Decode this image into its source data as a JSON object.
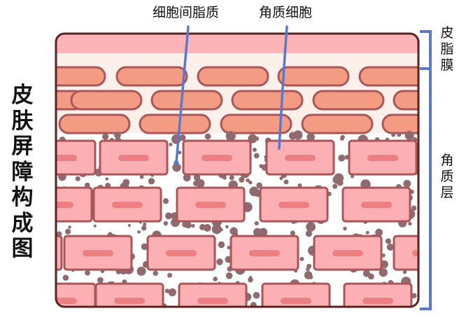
{
  "title": {
    "chars": [
      "皮",
      "肤",
      "屏",
      "障",
      "构",
      "成",
      "图"
    ],
    "text": "皮肤屏障构成图"
  },
  "labels": {
    "intercellular_lipid": "细胞间脂质",
    "corneocyte": "角质细胞"
  },
  "side_labels": {
    "sebum_film": {
      "text": "皮脂膜",
      "chars": [
        "皮",
        "脂",
        "膜"
      ]
    },
    "stratum_corneum": {
      "text": "角质层",
      "chars": [
        "角",
        "质",
        "层"
      ]
    }
  },
  "colors": {
    "frame_border": "#5a2222",
    "sebum_film": "#fdb4b7",
    "cream_band": "#fdf0ea",
    "flat_cell_fill": "#f49c83",
    "flat_cell_stroke": "#a8585a",
    "corneocyte_fill": "#fdb0b3",
    "corneocyte_stroke": "#a85658",
    "nucleus": "#ec7f82",
    "lipid_dot": "#8f6b6f",
    "pointer_line": "#5b79cc",
    "bracket": "#5b79cc"
  }
}
